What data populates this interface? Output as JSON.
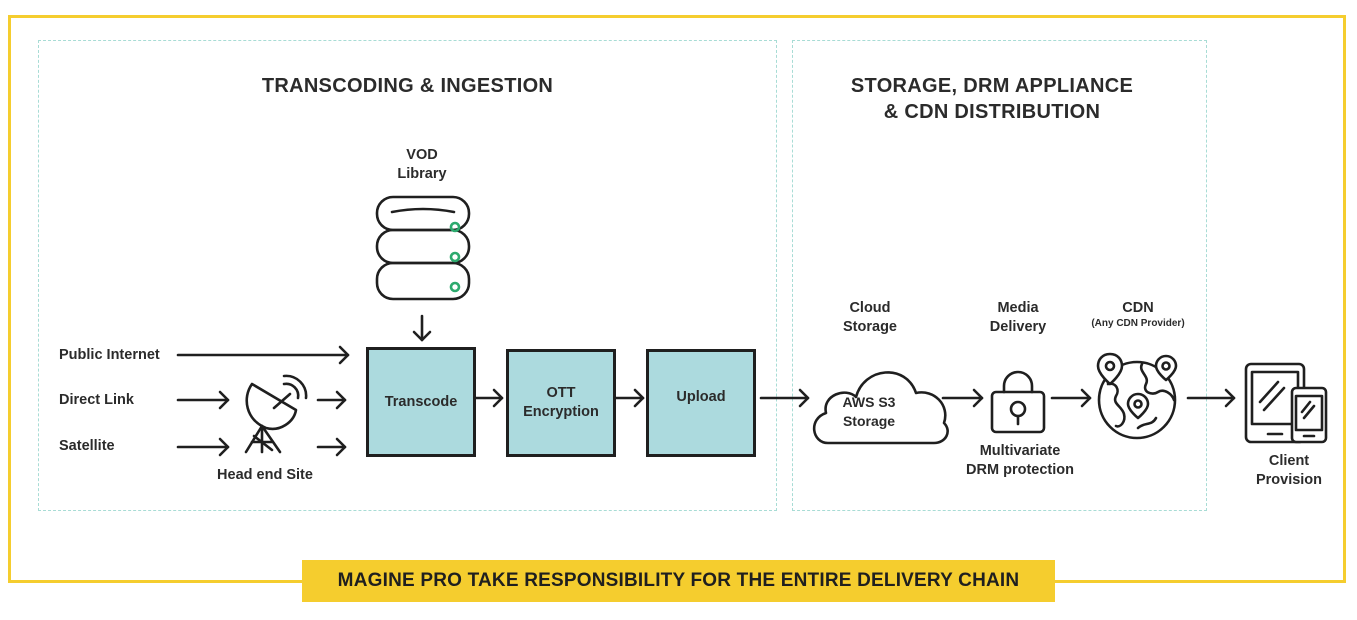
{
  "sections": {
    "left_title": "TRANSCODING & INGESTION",
    "right_title_line1": "STORAGE, DRM APPLIANCE",
    "right_title_line2": "& CDN DISTRIBUTION"
  },
  "sources": {
    "public_internet": "Public Internet",
    "direct_link": "Direct Link",
    "satellite": "Satellite",
    "head_end": "Head end Site"
  },
  "vod": {
    "line1": "VOD",
    "line2": "Library"
  },
  "process": {
    "transcode": "Transcode",
    "ott_line1": "OTT",
    "ott_line2": "Encryption",
    "upload": "Upload"
  },
  "storage": {
    "cloud_line1": "Cloud",
    "cloud_line2": "Storage",
    "aws_line1": "AWS S3",
    "aws_line2": "Storage"
  },
  "media": {
    "line1": "Media",
    "line2": "Delivery",
    "drm_line1": "Multivariate",
    "drm_line2": "DRM protection"
  },
  "cdn": {
    "title": "CDN",
    "subtitle": "(Any CDN Provider)"
  },
  "client": {
    "line1": "Client",
    "line2": "Provision"
  },
  "banner": "MAGINE PRO TAKE RESPONSIBILITY FOR THE ENTIRE DELIVERY CHAIN",
  "colors": {
    "frame": "#f5cd2e",
    "box_fill": "#acdade",
    "dashed": "#a8dcd5",
    "led": "#2daa6e"
  }
}
